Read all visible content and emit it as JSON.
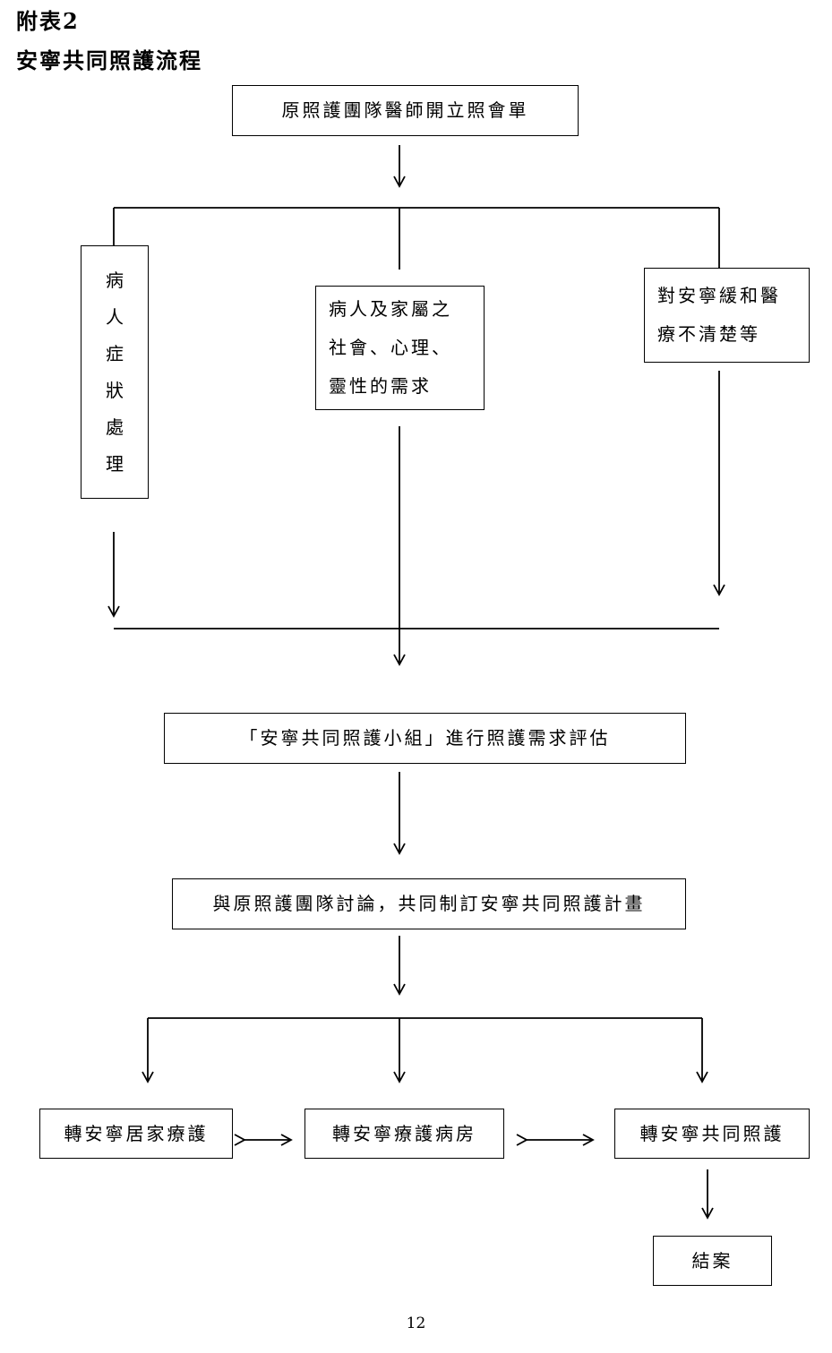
{
  "header": {
    "label": "附表2",
    "title": "安寧共同照護流程"
  },
  "nodes": {
    "consult": "原照護團隊醫師開立照會單",
    "symptom": "病\n人\n症\n狀\n處\n理",
    "psychosocial": "病人及家屬之\n社會、心理、\n靈性的需求",
    "unclear": "對安寧緩和醫\n療不清楚等",
    "assessment": "「安寧共同照護小組」進行照護需求評估",
    "plan": "與原照護團隊討論，共同制訂安寧共同照護計畫",
    "home_care": "轉安寧居家療護",
    "ward": "轉安寧療護病房",
    "shared_care": "轉安寧共同照護",
    "closed": "結案"
  },
  "page_number": "12"
}
